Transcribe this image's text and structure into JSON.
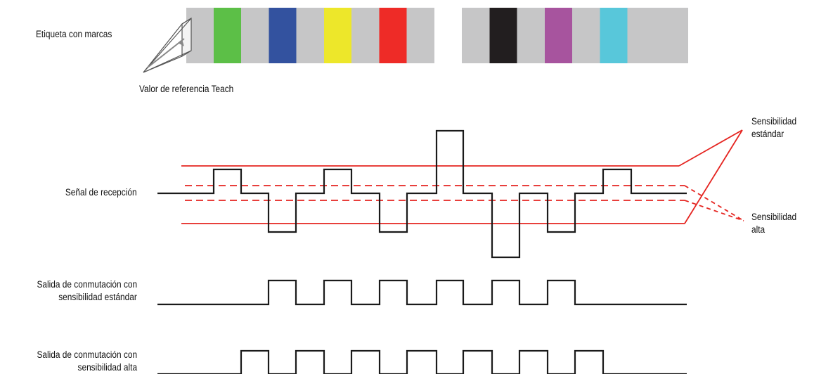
{
  "labels": {
    "label_strip": "Etiqueta con marcas",
    "teach_reference": "Valor de referencia Teach",
    "sens_standard_line1": "Sensibilidad",
    "sens_standard_line2": "estándar",
    "sens_high_line1": "Sensibilidad",
    "sens_high_line2": "alta",
    "receive_signal": "Señal de recepción",
    "out_standard_line1": "Salida de conmutación con",
    "out_standard_line2": "sensibilidad estándar",
    "out_high_line1": "Salida de conmutación con",
    "out_high_line2": "sensibilidad alta"
  },
  "colors": {
    "strip_background": "#c6c6c7",
    "threshold_lines": "#e52420",
    "signal_lines": "#1a1a1a",
    "marks": [
      "#5cbf47",
      "#33529f",
      "#ede72a",
      "#ee2b27",
      "#ffffff",
      "#221e1f",
      "#a7549e",
      "#58c7da"
    ]
  },
  "marks": [
    {
      "name": "green-mark",
      "color": "#5cbf47"
    },
    {
      "name": "blue-mark",
      "color": "#33529f"
    },
    {
      "name": "yellow-mark",
      "color": "#ede72a"
    },
    {
      "name": "red-mark",
      "color": "#ee2b27"
    },
    {
      "name": "white-mark",
      "color": "#ffffff"
    },
    {
      "name": "black-mark",
      "color": "#221e1f"
    },
    {
      "name": "purple-mark",
      "color": "#a7549e"
    },
    {
      "name": "cyan-mark",
      "color": "#58c7da"
    }
  ],
  "signal_levels": [
    "high",
    "base",
    "low",
    "base",
    "high",
    "base",
    "low",
    "base",
    "peak",
    "base",
    "deep-low",
    "base",
    "low",
    "base",
    "high",
    "base"
  ],
  "output_standard": [
    0,
    0,
    1,
    0,
    1,
    0,
    1,
    0,
    1,
    0,
    1,
    0,
    1,
    0,
    0,
    0
  ],
  "output_high": [
    0,
    1,
    0,
    1,
    0,
    1,
    0,
    1,
    0,
    1,
    0,
    1,
    0,
    1,
    0,
    0
  ]
}
